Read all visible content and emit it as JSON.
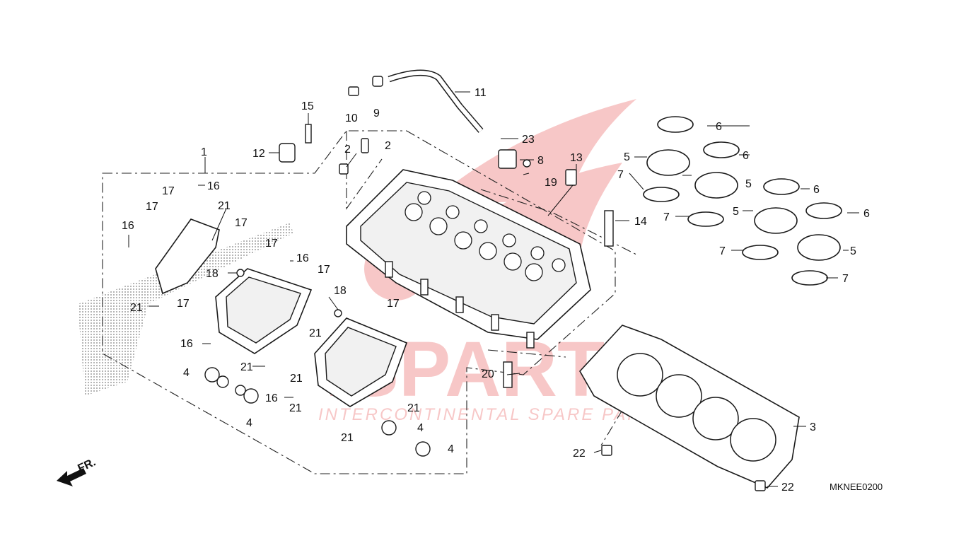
{
  "diagram": {
    "code": "MKNEE0200",
    "front_label": "FR.",
    "watermark": {
      "brand": "ISPARTS",
      "tagline": "INTERCONTINENTAL SPARE PARTS",
      "color": "#e53b3b"
    },
    "callouts": [
      "1",
      "2",
      "2",
      "3",
      "4",
      "4",
      "4",
      "4",
      "5",
      "5",
      "5",
      "5",
      "6",
      "6",
      "6",
      "6",
      "7",
      "7",
      "7",
      "7",
      "8",
      "9",
      "10",
      "11",
      "12",
      "13",
      "14",
      "15",
      "16",
      "16",
      "16",
      "16",
      "16",
      "17",
      "17",
      "17",
      "17",
      "17",
      "17",
      "17",
      "18",
      "18",
      "19",
      "20",
      "21",
      "21",
      "21",
      "21",
      "21",
      "21",
      "21",
      "21",
      "22",
      "22",
      "23"
    ]
  }
}
